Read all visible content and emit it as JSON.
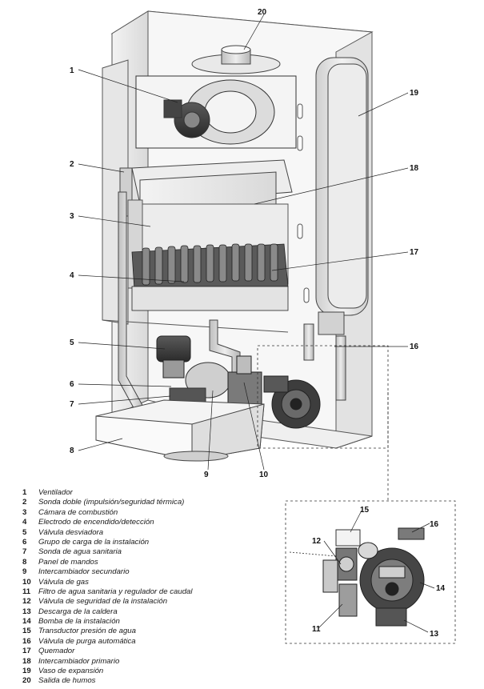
{
  "callouts": {
    "c1": "1",
    "c2": "2",
    "c3": "3",
    "c4": "4",
    "c5": "5",
    "c6": "6",
    "c7": "7",
    "c8": "8",
    "c9": "9",
    "c10": "10",
    "c11": "11",
    "c12": "12",
    "c13": "13",
    "c14": "14",
    "c15": "15",
    "c16": "16",
    "c16b": "16",
    "c17": "17",
    "c18": "18",
    "c19": "19",
    "c20": "20"
  },
  "legend": [
    {
      "num": "1",
      "text": "Ventilador"
    },
    {
      "num": "2",
      "text": "Sonda doble (impulsión/seguridad térmica)"
    },
    {
      "num": "3",
      "text": "Cámara de combustión"
    },
    {
      "num": "4",
      "text": "Electrodo de encendido/detección"
    },
    {
      "num": "5",
      "text": "Válvula desviadora"
    },
    {
      "num": "6",
      "text": "Grupo de carga de la instalación"
    },
    {
      "num": "7",
      "text": "Sonda de agua sanitaria"
    },
    {
      "num": "8",
      "text": "Panel de mandos"
    },
    {
      "num": "9",
      "text": "Intercambiador secundario"
    },
    {
      "num": "10",
      "text": "Válvula de gas"
    },
    {
      "num": "11",
      "text": "Filtro de agua sanitaria y regulador de caudal"
    },
    {
      "num": "12",
      "text": "Válvula de seguridad de la instalación"
    },
    {
      "num": "13",
      "text": "Descarga de la caldera"
    },
    {
      "num": "14",
      "text": "Bomba de la instalación"
    },
    {
      "num": "15",
      "text": "Transductor presión de agua"
    },
    {
      "num": "16",
      "text": "Válvula de purga automática"
    },
    {
      "num": "17",
      "text": "Quemador"
    },
    {
      "num": "18",
      "text": "Intercambiador primario"
    },
    {
      "num": "19",
      "text": "Vaso de expansión"
    },
    {
      "num": "20",
      "text": "Salida de humos"
    }
  ]
}
